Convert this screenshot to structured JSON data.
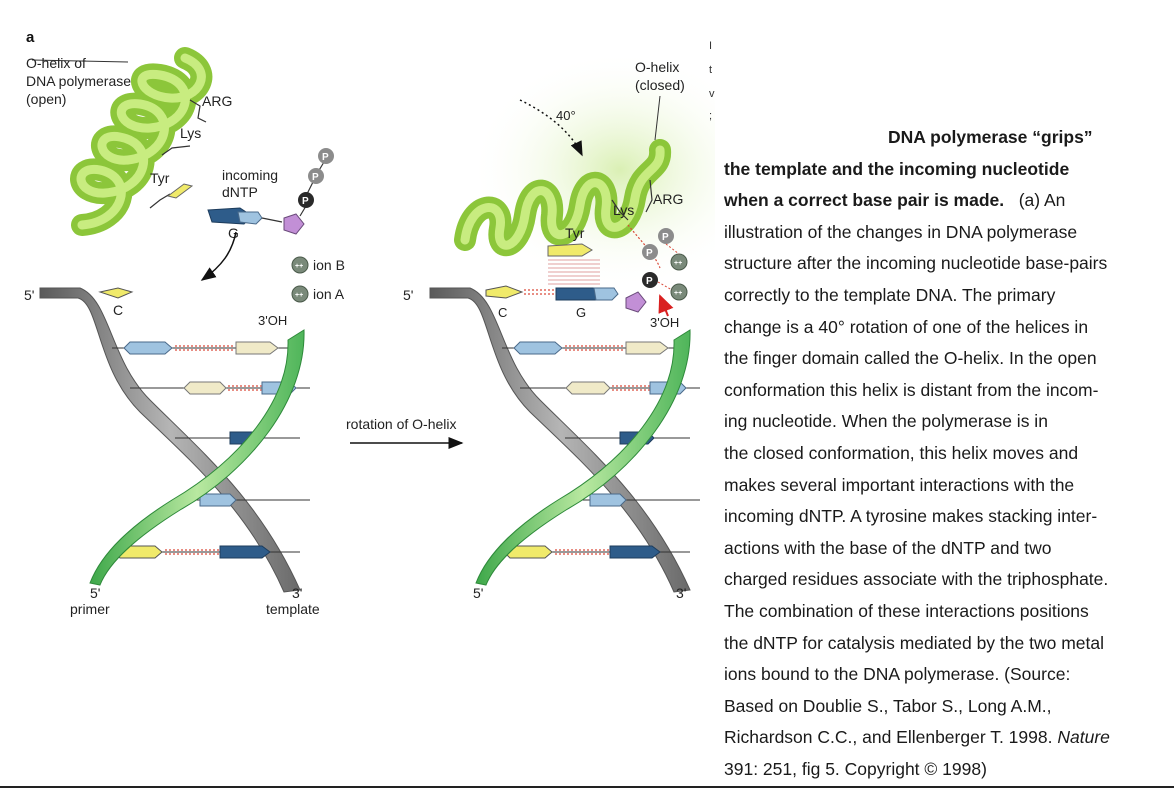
{
  "figure": {
    "panel_letter": "a",
    "left": {
      "o_helix_label": [
        "O-helix of",
        "DNA polymerase",
        "(open)"
      ],
      "arg": "ARG",
      "lys": "Lys",
      "tyr": "Tyr",
      "incoming_dntp": [
        "incoming",
        "dNTP"
      ],
      "base_g": "G",
      "base_c": "C",
      "ion_b": "ion B",
      "ion_a": "ion A",
      "five_prime_top": "5'",
      "three_oh": "3'OH",
      "primer_end": "5'",
      "primer": "primer",
      "template_end": "3'",
      "template": "template"
    },
    "arrow_label": "rotation of O-helix",
    "right": {
      "o_helix_label": [
        "O-helix",
        "(closed)"
      ],
      "angle": "40°",
      "arg": "ARG",
      "lys": "Lys",
      "tyr": "Tyr",
      "base_c": "C",
      "base_g": "G",
      "five_prime_top": "5'",
      "three_oh": "3'OH",
      "bottom_left_end": "5'",
      "bottom_right_end": "3'"
    },
    "p_symbol": "P",
    "ion_charge": "++"
  },
  "caption": {
    "title_line1": "DNA polymerase “grips”",
    "title_line2": "the template and the incoming nucleotide",
    "title_line3": "when a correct base pair is made.",
    "line3_rest": "(a) An",
    "body_lines": [
      "illustration of the changes in DNA polymerase",
      "structure after the incoming nucleotide base-pairs",
      "correctly to the template DNA. The primary",
      "change is a 40° rotation of one of the helices in",
      "the finger domain called the O-helix. In the open",
      "conformation this helix is distant from the incom-",
      "ing nucleotide. When the polymerase is in",
      "the closed conformation, this helix moves and",
      "makes several important interactions with the",
      "incoming dNTP. A tyrosine makes stacking inter-",
      "actions with the base of the dNTP and two",
      "charged residues associate with the triphosphate.",
      "The combination of these interactions positions",
      "the dNTP for catalysis mediated by the two metal",
      "ions bound to the DNA polymerase. (Source:",
      "Based on Doublie S., Tabor S., Long A.M.,"
    ],
    "ref_pre": "Richardson C.C., and Ellenberger T. 1998.",
    "ref_journal": "Nature",
    "ref_last": "391: 251, fig 5. Copyright © 1998)"
  },
  "edge_marks": [
    "I",
    "t",
    "v",
    ";"
  ],
  "colors": {
    "helix_green": "#a8d84a",
    "template_gray": "#8a8a8a",
    "primer_green": "#7cc85a",
    "phosphate_dark": "#2a2a2a",
    "phosphate_gray": "#8c8c8c",
    "sugar_purple": "#c28fd6",
    "base_dark_blue": "#2e5c8a",
    "base_light_blue": "#9fc3e0",
    "base_yellow": "#f0ea6a",
    "hbond_red": "#d94a3a"
  }
}
